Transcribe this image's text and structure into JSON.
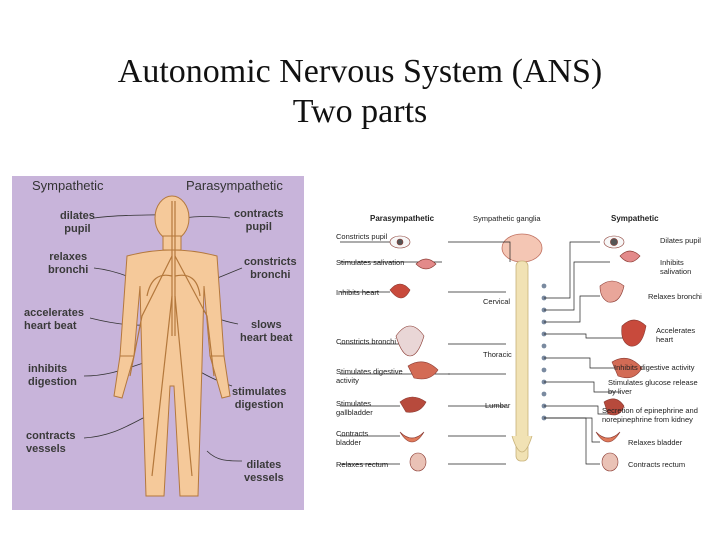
{
  "slide": {
    "title_line1": "Autonomic Nervous System (ANS)",
    "title_line2": "Two parts"
  },
  "left_diagram": {
    "header_left": "Sympathetic",
    "header_right": "Parasympathetic",
    "sympathetic_labels": [
      [
        "dilates",
        "pupil"
      ],
      [
        "relaxes",
        "bronchi"
      ],
      [
        "accelerates",
        "heart beat"
      ],
      [
        "inhibits",
        "digestion"
      ],
      [
        "contracts",
        "vessels"
      ]
    ],
    "parasympathetic_labels": [
      [
        "contracts",
        "pupil"
      ],
      [
        "constricts",
        "bronchi"
      ],
      [
        "slows",
        "heart beat"
      ],
      [
        "stimulates",
        "digestion"
      ],
      [
        "dilates",
        "vessels"
      ]
    ]
  },
  "right_diagram": {
    "header_left": "Parasympathetic",
    "header_center": "Sympathetic ganglia",
    "header_right": "Sympathetic",
    "parasympathetic_effects": [
      "Constricts pupil",
      "Stimulates salivation",
      "Inhibits heart",
      "Constricts bronchi",
      "Stimulates digestive activity",
      "Stimulates gallbladder",
      "Contracts bladder",
      "Relaxes rectum"
    ],
    "spinal_regions": [
      "Cervical",
      "Thoracic",
      "Lumbar"
    ],
    "sympathetic_effects": [
      "Dilates pupil",
      "Inhibits salivation",
      "Relaxes bronchi",
      "Accelerates heart",
      "Inhibits digestive activity",
      "Stimulates glucose release by liver",
      "Secretion of epinephrine and norepinephrine from kidney",
      "Relaxes bladder",
      "Contracts rectum"
    ]
  },
  "colors": {
    "panel_bg": "#c8b4da",
    "body_fill": "#f5c99a",
    "nerve": "#b4783c",
    "organ_red": "#c84a3c"
  }
}
